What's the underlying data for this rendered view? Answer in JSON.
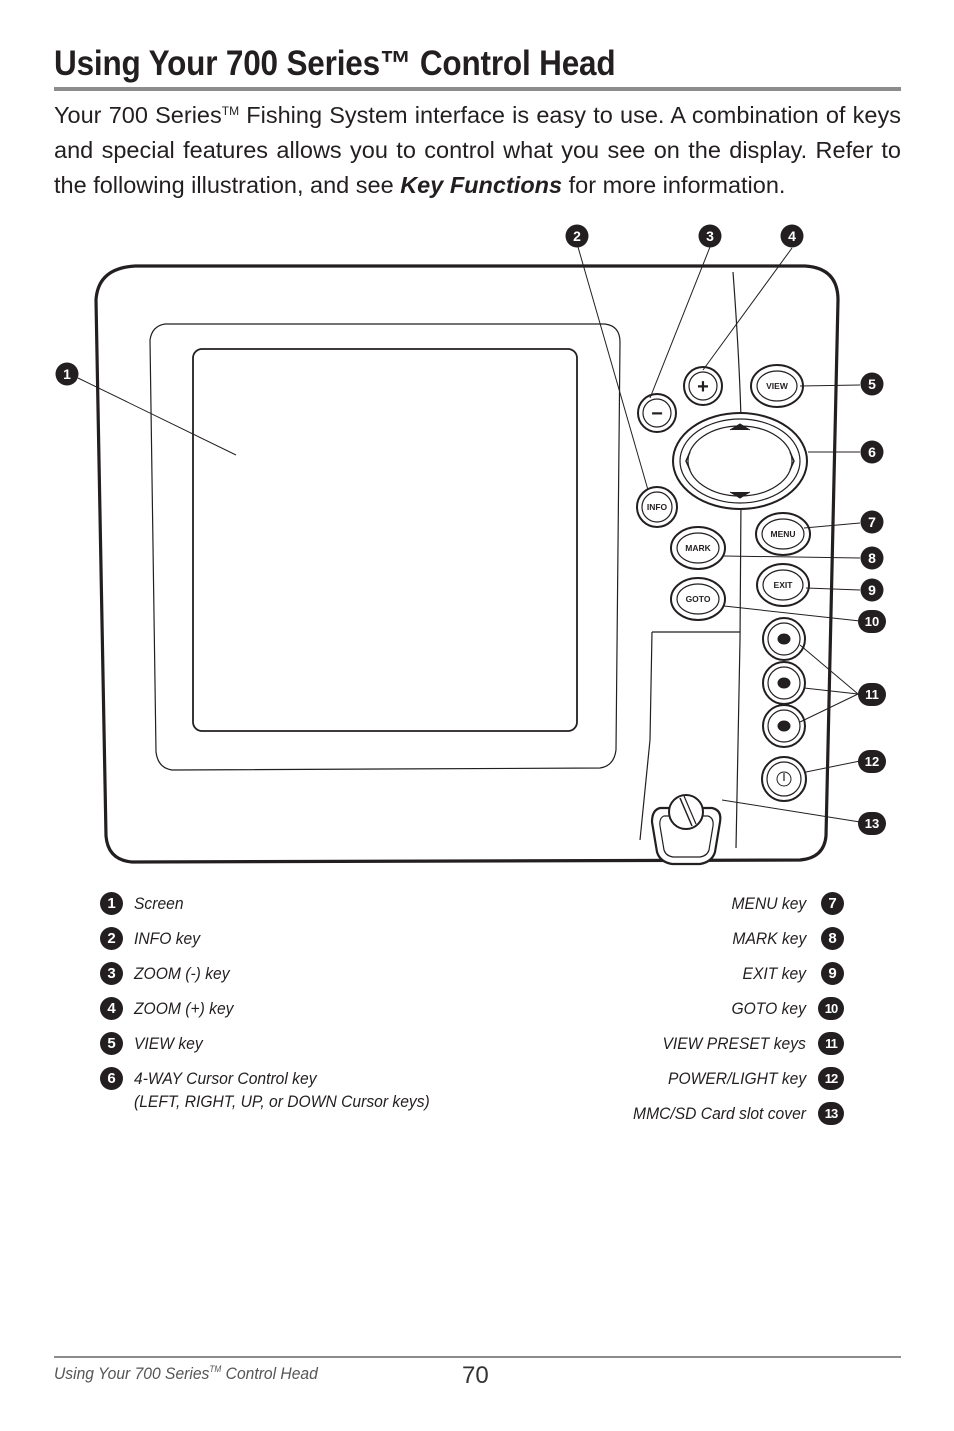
{
  "title": "Using Your 700 Series™ Control Head",
  "intro": {
    "part1": "Your 700 Series",
    "tm": "TM",
    "part2": " Fishing System interface is easy to use. A combination of keys and special features allows you to control what you see on the display. Refer to the following illustration, and see ",
    "link": "Key Functions",
    "part3": " for more information."
  },
  "keys": {
    "view": "VIEW",
    "info": "INFO",
    "mark": "MARK",
    "goto": "GOTO",
    "menu": "MENU",
    "exit": "EXIT",
    "plus": "+",
    "minus": "−"
  },
  "callouts": [
    "1",
    "2",
    "3",
    "4",
    "5",
    "6",
    "7",
    "8",
    "9",
    "10",
    "11",
    "12",
    "13"
  ],
  "legend": {
    "left": [
      {
        "num": "1",
        "label": "Screen"
      },
      {
        "num": "2",
        "label": "INFO key"
      },
      {
        "num": "3",
        "label": "ZOOM (-) key"
      },
      {
        "num": "4",
        "label": "ZOOM (+) key"
      },
      {
        "num": "5",
        "label": "VIEW key"
      },
      {
        "num": "6",
        "label": "4-WAY Cursor Control key",
        "label2": "(LEFT, RIGHT, UP, or DOWN Cursor keys)"
      }
    ],
    "right": [
      {
        "num": "7",
        "label": "MENU key"
      },
      {
        "num": "8",
        "label": "MARK key"
      },
      {
        "num": "9",
        "label": "EXIT key"
      },
      {
        "num": "10",
        "label": "GOTO key"
      },
      {
        "num": "11",
        "label": "VIEW PRESET keys"
      },
      {
        "num": "12",
        "label": "POWER/LIGHT key"
      },
      {
        "num": "13",
        "label": "MMC/SD Card slot cover"
      }
    ]
  },
  "footer": {
    "text": "Using Your 700 Series",
    "tm": "TM",
    "text2": " Control Head",
    "page": "70"
  }
}
